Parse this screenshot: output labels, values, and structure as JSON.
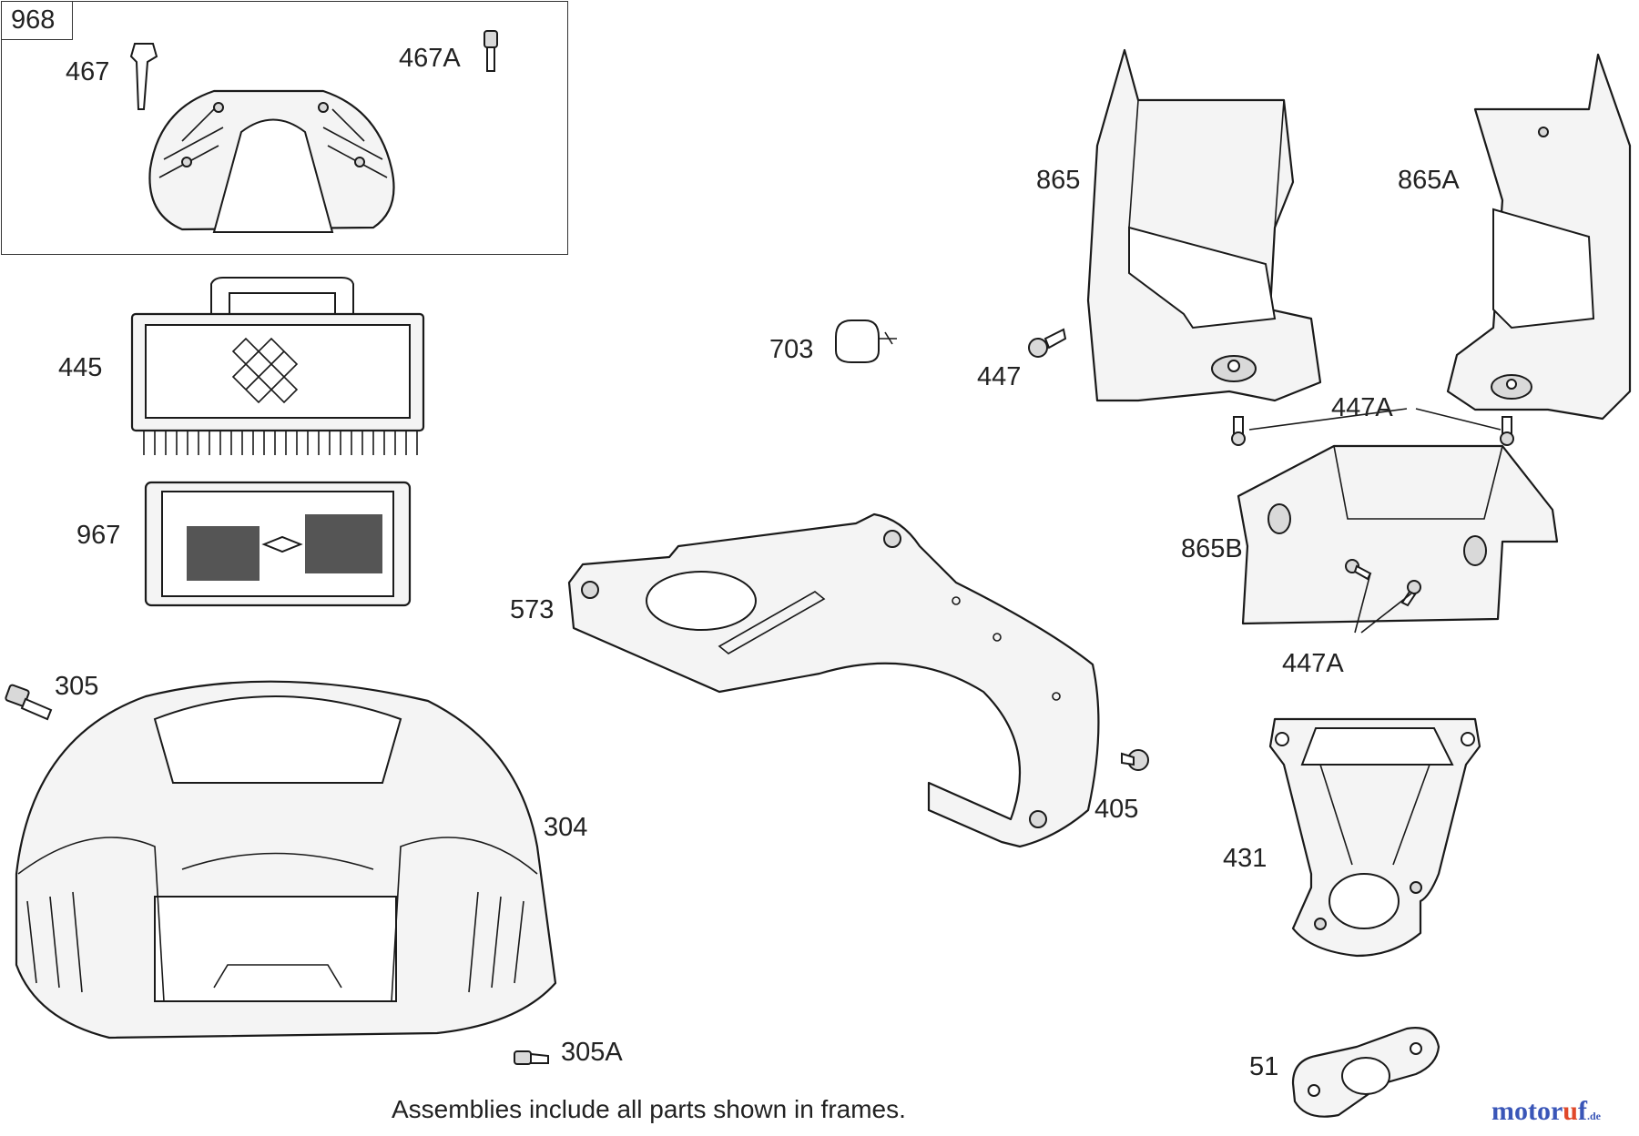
{
  "frame": {
    "tag": "968"
  },
  "labels": {
    "p467": "467",
    "p467A": "467A",
    "p445": "445",
    "p967": "967",
    "p305": "305",
    "p304": "304",
    "p305A": "305A",
    "p703": "703",
    "p573": "573",
    "p405": "405",
    "p865": "865",
    "p865A": "865A",
    "p447": "447",
    "p447A_top": "447A",
    "p865B": "865B",
    "p447A_bottom": "447A",
    "p431": "431",
    "p51": "51"
  },
  "footer": {
    "note": "Assemblies include all parts shown in frames."
  },
  "watermark": {
    "main": "motor",
    "accent": "u",
    "tail": "f",
    "tld": ".de"
  }
}
